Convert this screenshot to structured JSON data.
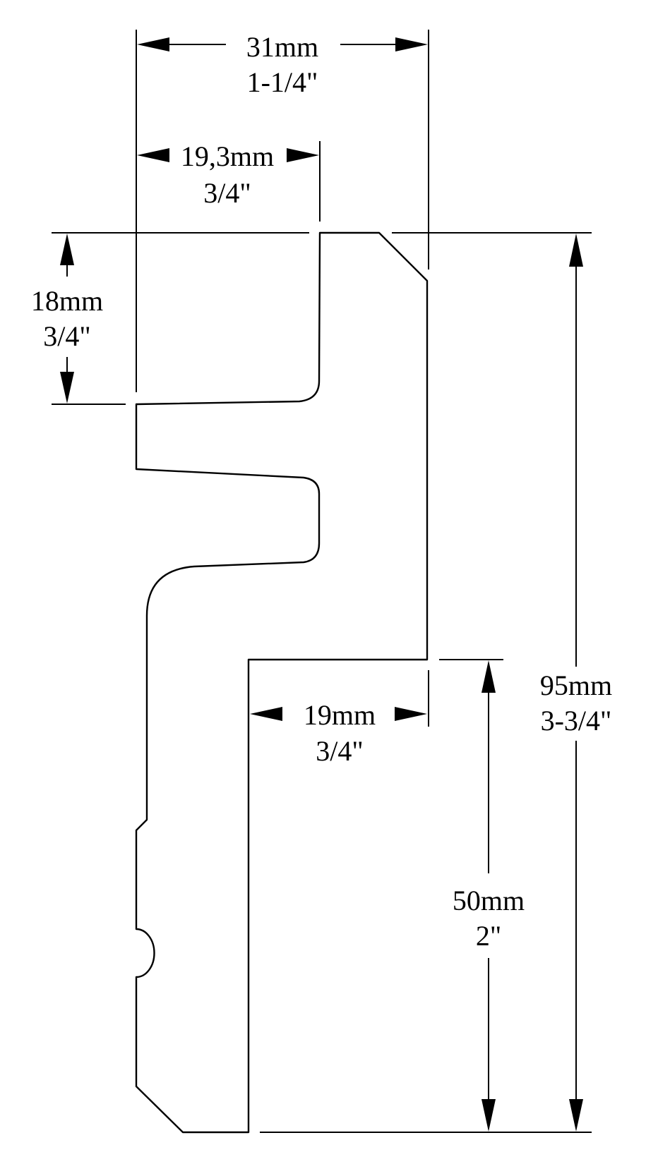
{
  "dimensions": {
    "overall_width": {
      "metric": "31mm",
      "imperial": "1-1/4\""
    },
    "tongue_width": {
      "metric": "19,3mm",
      "imperial": "3/4\""
    },
    "top_depth": {
      "metric": "18mm",
      "imperial": "3/4\""
    },
    "rabbet_width": {
      "metric": "19mm",
      "imperial": "3/4\""
    },
    "rabbet_height": {
      "metric": "50mm",
      "imperial": "2\""
    },
    "overall_height": {
      "metric": "95mm",
      "imperial": "3-3/4\""
    }
  },
  "colors": {
    "line": "#000000",
    "background": "#ffffff"
  }
}
